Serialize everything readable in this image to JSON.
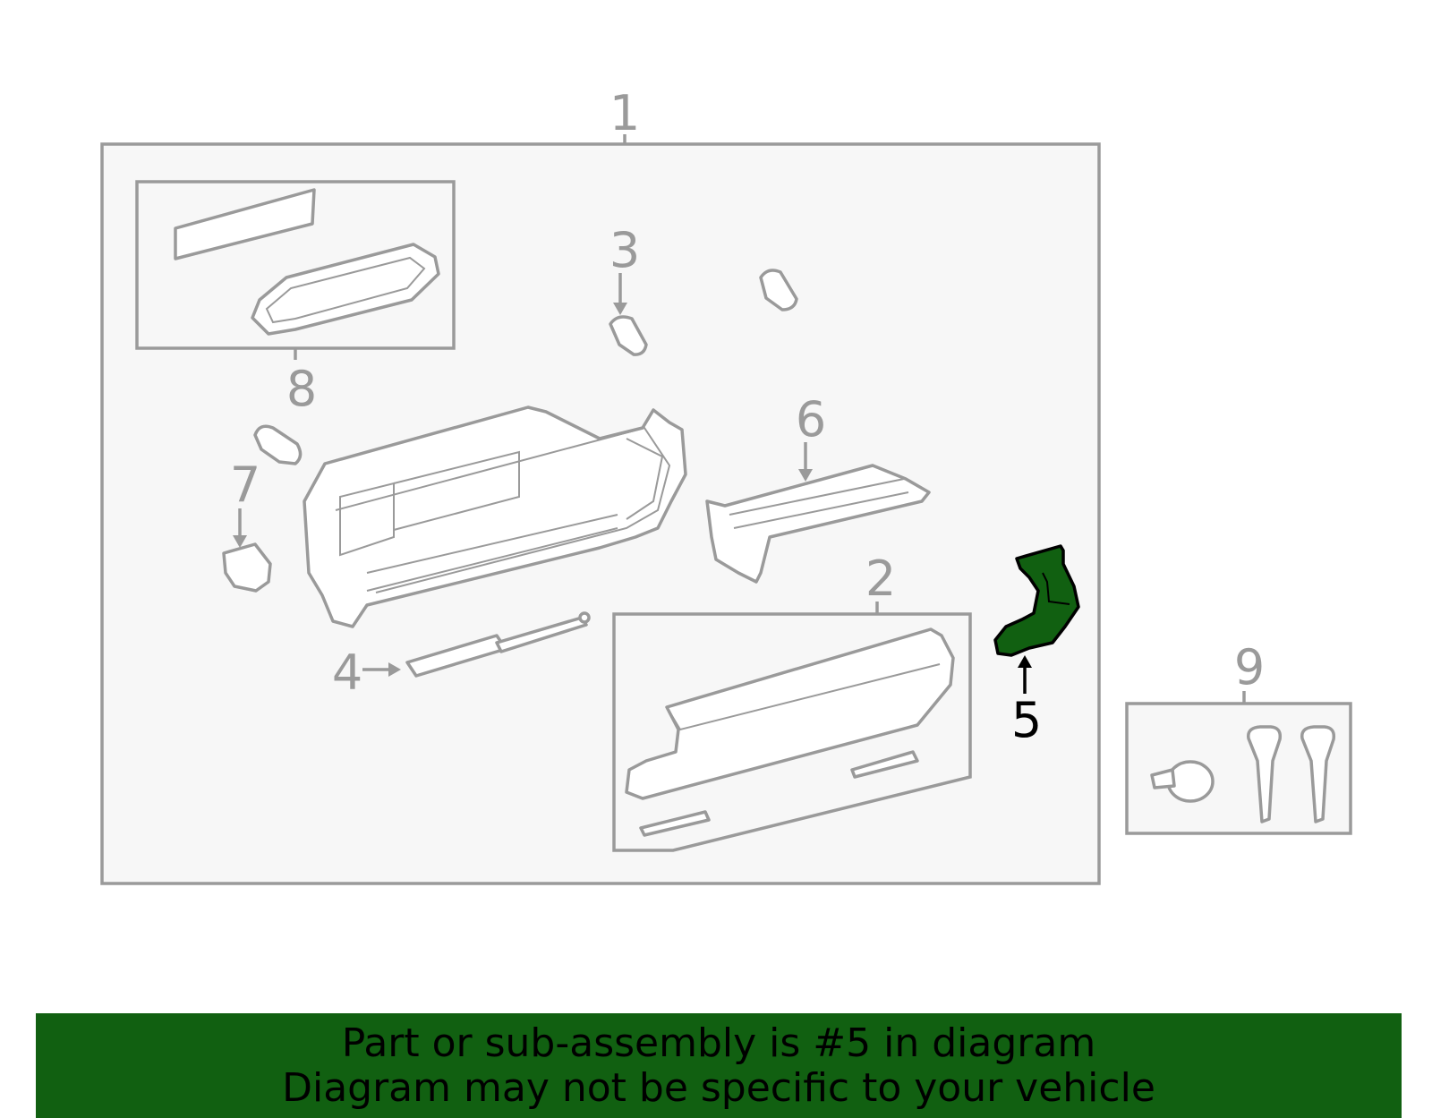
{
  "callouts": {
    "c1": "1",
    "c2": "2",
    "c3": "3",
    "c4": "4",
    "c5": "5",
    "c6": "6",
    "c7": "7",
    "c8": "8",
    "c9": "9"
  },
  "highlighted_part": "5",
  "colors": {
    "highlight": "#116011",
    "line_art": "#9a9a9a",
    "banner_bg": "#116011"
  },
  "banner": {
    "line1": "Part or sub-assembly is #5 in diagram",
    "line2": "Diagram may not be specific to your vehicle"
  }
}
